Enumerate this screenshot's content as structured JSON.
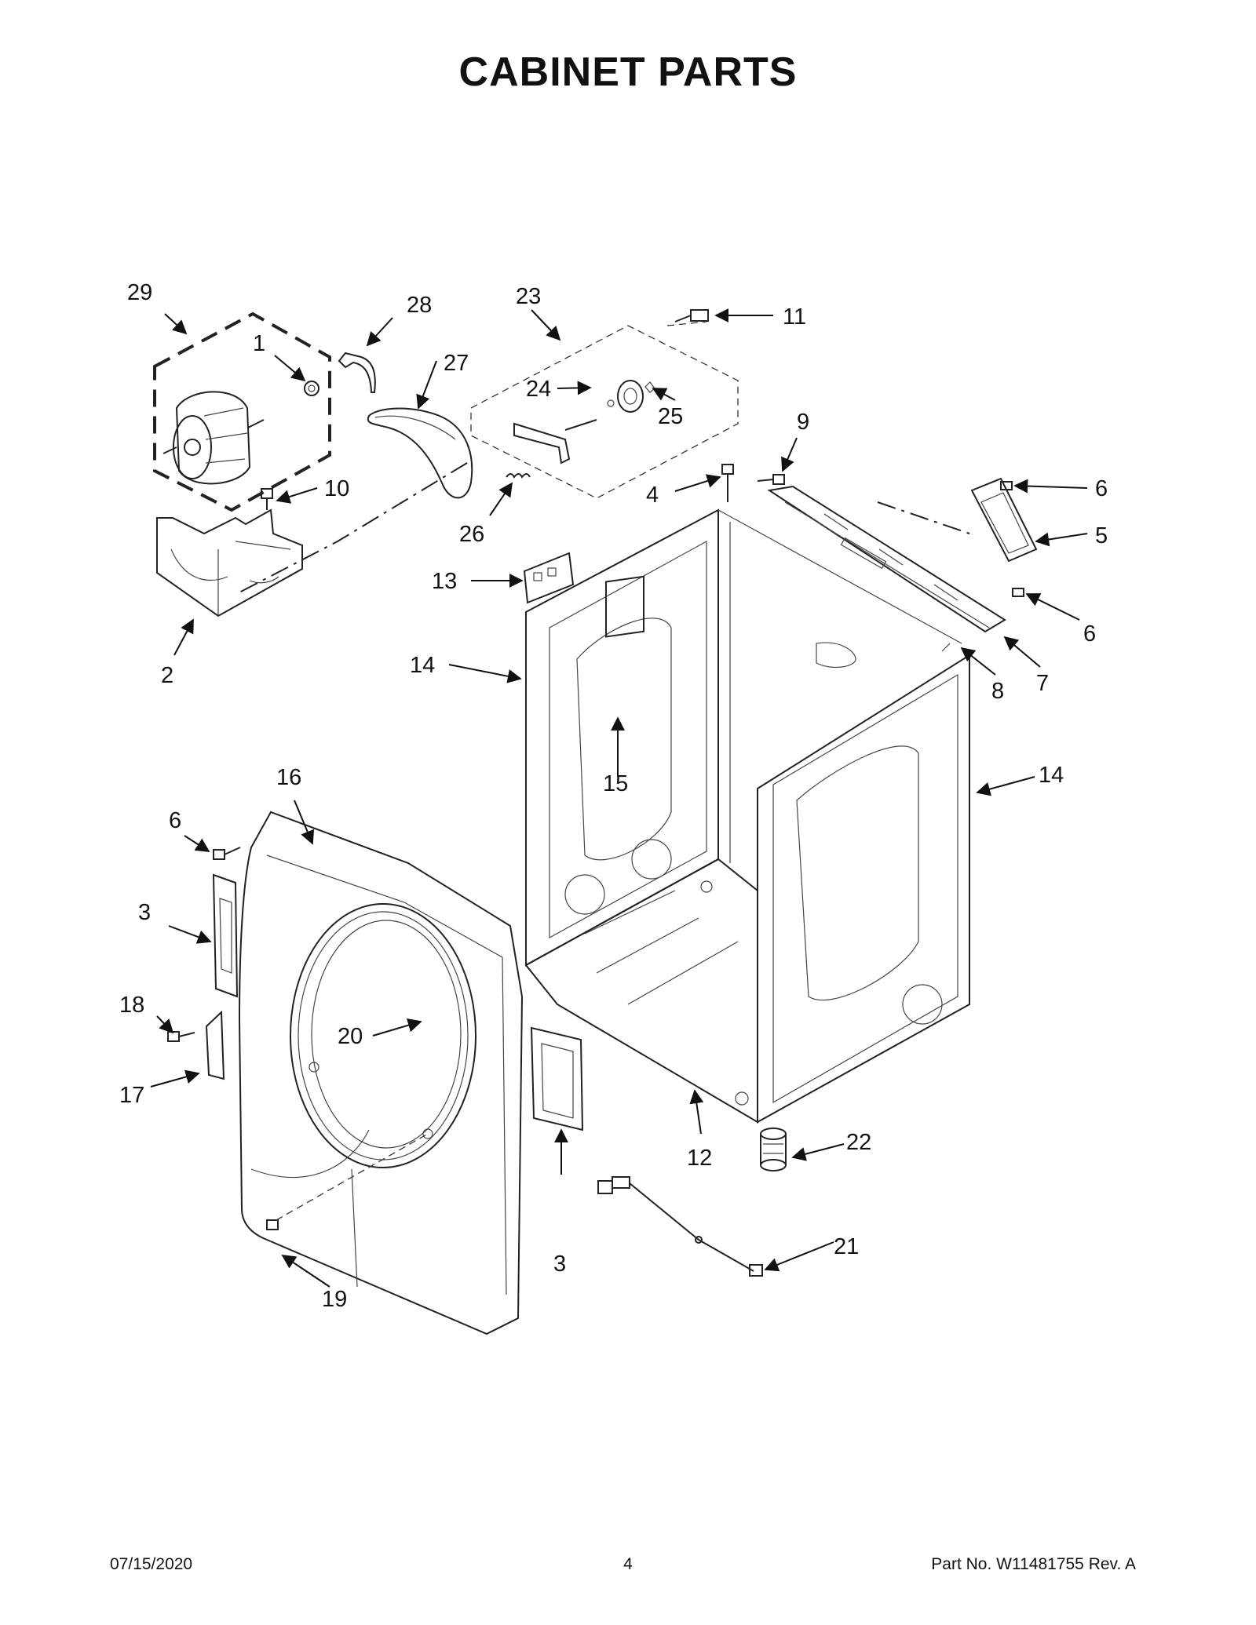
{
  "title": "CABINET PARTS",
  "callouts": {
    "c1": "1",
    "c2": "2",
    "c3a": "3",
    "c3b": "3",
    "c4": "4",
    "c5": "5",
    "c6a": "6",
    "c6b": "6",
    "c6c": "6",
    "c7": "7",
    "c8": "8",
    "c9": "9",
    "c10": "10",
    "c11": "11",
    "c12": "12",
    "c13": "13",
    "c14a": "14",
    "c14b": "14",
    "c15": "15",
    "c16": "16",
    "c17": "17",
    "c18": "18",
    "c19": "19",
    "c20": "20",
    "c21": "21",
    "c22": "22",
    "c23": "23",
    "c24": "24",
    "c25": "25",
    "c26": "26",
    "c27": "27",
    "c28": "28",
    "c29": "29"
  },
  "footer": {
    "date": "07/15/2020",
    "page": "4",
    "part_no": "Part No.  W11481755   Rev.  A"
  }
}
